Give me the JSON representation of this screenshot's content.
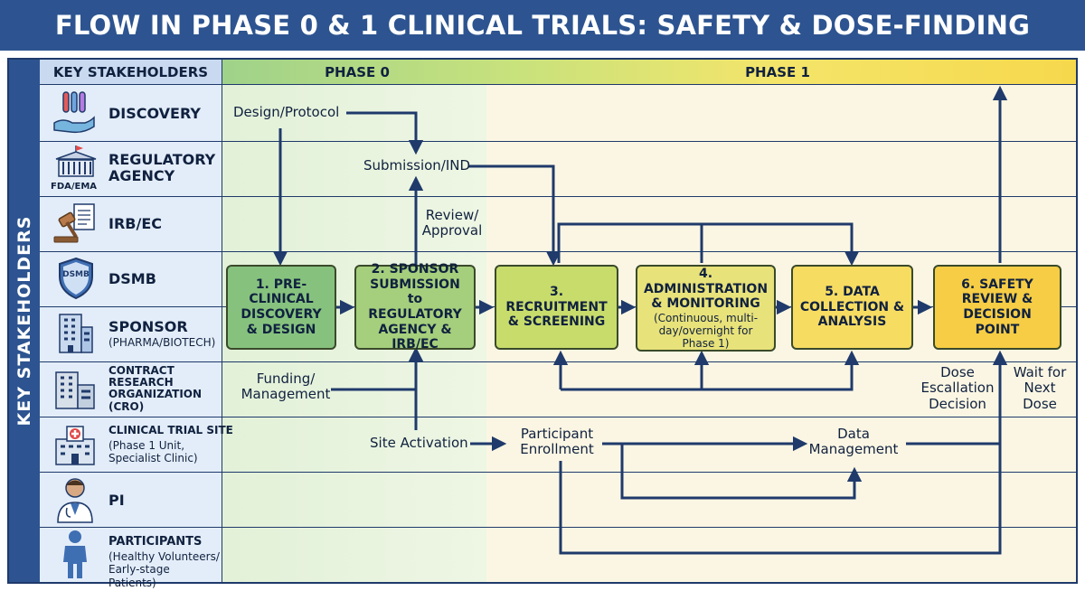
{
  "title": "FLOW IN PHASE 0 & 1 CLINICAL TRIALS: SAFETY & DOSE-FINDING",
  "side_label": "KEY STAKEHOLDERS",
  "columns": {
    "stakeholders": "KEY STAKEHOLDERS",
    "phase0": "PHASE 0",
    "phase1": "PHASE 1"
  },
  "stakeholders": [
    {
      "name": "DISCOVERY",
      "sub": "",
      "icon": "hand-test-tubes-icon"
    },
    {
      "name": "REGULATORY AGENCY",
      "sub": "",
      "badge": "FDA/EMA",
      "icon": "government-building-icon"
    },
    {
      "name": "IRB/EC",
      "sub": "",
      "icon": "gavel-document-icon"
    },
    {
      "name": "DSMB",
      "sub": "",
      "badge": "DSMB",
      "icon": "shield-icon"
    },
    {
      "name": "SPONSOR",
      "sub": "(PHARMA/BIOTECH)",
      "icon": "office-building-icon"
    },
    {
      "name": "CONTRACT RESEARCH ORGANIZATION (CRO)",
      "sub": "",
      "icon": "buildings-icon"
    },
    {
      "name": "CLINICAL TRIAL SITE",
      "sub": "(Phase 1 Unit, Specialist Clinic)",
      "icon": "hospital-icon"
    },
    {
      "name": "PI",
      "sub": "",
      "icon": "doctor-icon"
    },
    {
      "name": "PARTICIPANTS",
      "sub": "(Healthy Volunteers/ Early-stage Patients)",
      "icon": "person-icon"
    }
  ],
  "steps": [
    {
      "label": "1. PRE-CLINICAL DISCOVERY & DESIGN",
      "color": "#86c27e"
    },
    {
      "label": "2. SPONSOR SUBMISSION to REGULATORY AGENCY & IRB/EC",
      "color": "#a5cf7c"
    },
    {
      "label": "3. RECRUITMENT & SCREENING",
      "color": "#c8dc6c"
    },
    {
      "label": "4. ADMINISTRATION & MONITORING",
      "detail": "(Continuous, multi-day/overnight for Phase 1)",
      "color": "#e8e27a"
    },
    {
      "label": "5. DATA COLLECTION & ANALYSIS",
      "color": "#f7dc62"
    },
    {
      "label": "6. SAFETY REVIEW & DECISION POINT",
      "color": "#f6cd44"
    }
  ],
  "flow_labels": {
    "design_protocol": "Design/Protocol",
    "submission_ind": "Submission/IND",
    "review_approval": "Review/ Approval",
    "funding_management": "Funding/ Management",
    "site_activation": "Site Activation",
    "participant_enrollment": "Participant Enrollment",
    "data_management": "Data Management",
    "dose_escalation": "Dose Escallation Decision",
    "wait_next_dose": "Wait for Next Dose"
  },
  "colors": {
    "banner": "#2d5490",
    "line": "#1f3a6b",
    "stakeholder_bg": "#e3edf9",
    "phase0_bg": "#e6f3dc",
    "phase1_bg": "#fbf6e3"
  }
}
